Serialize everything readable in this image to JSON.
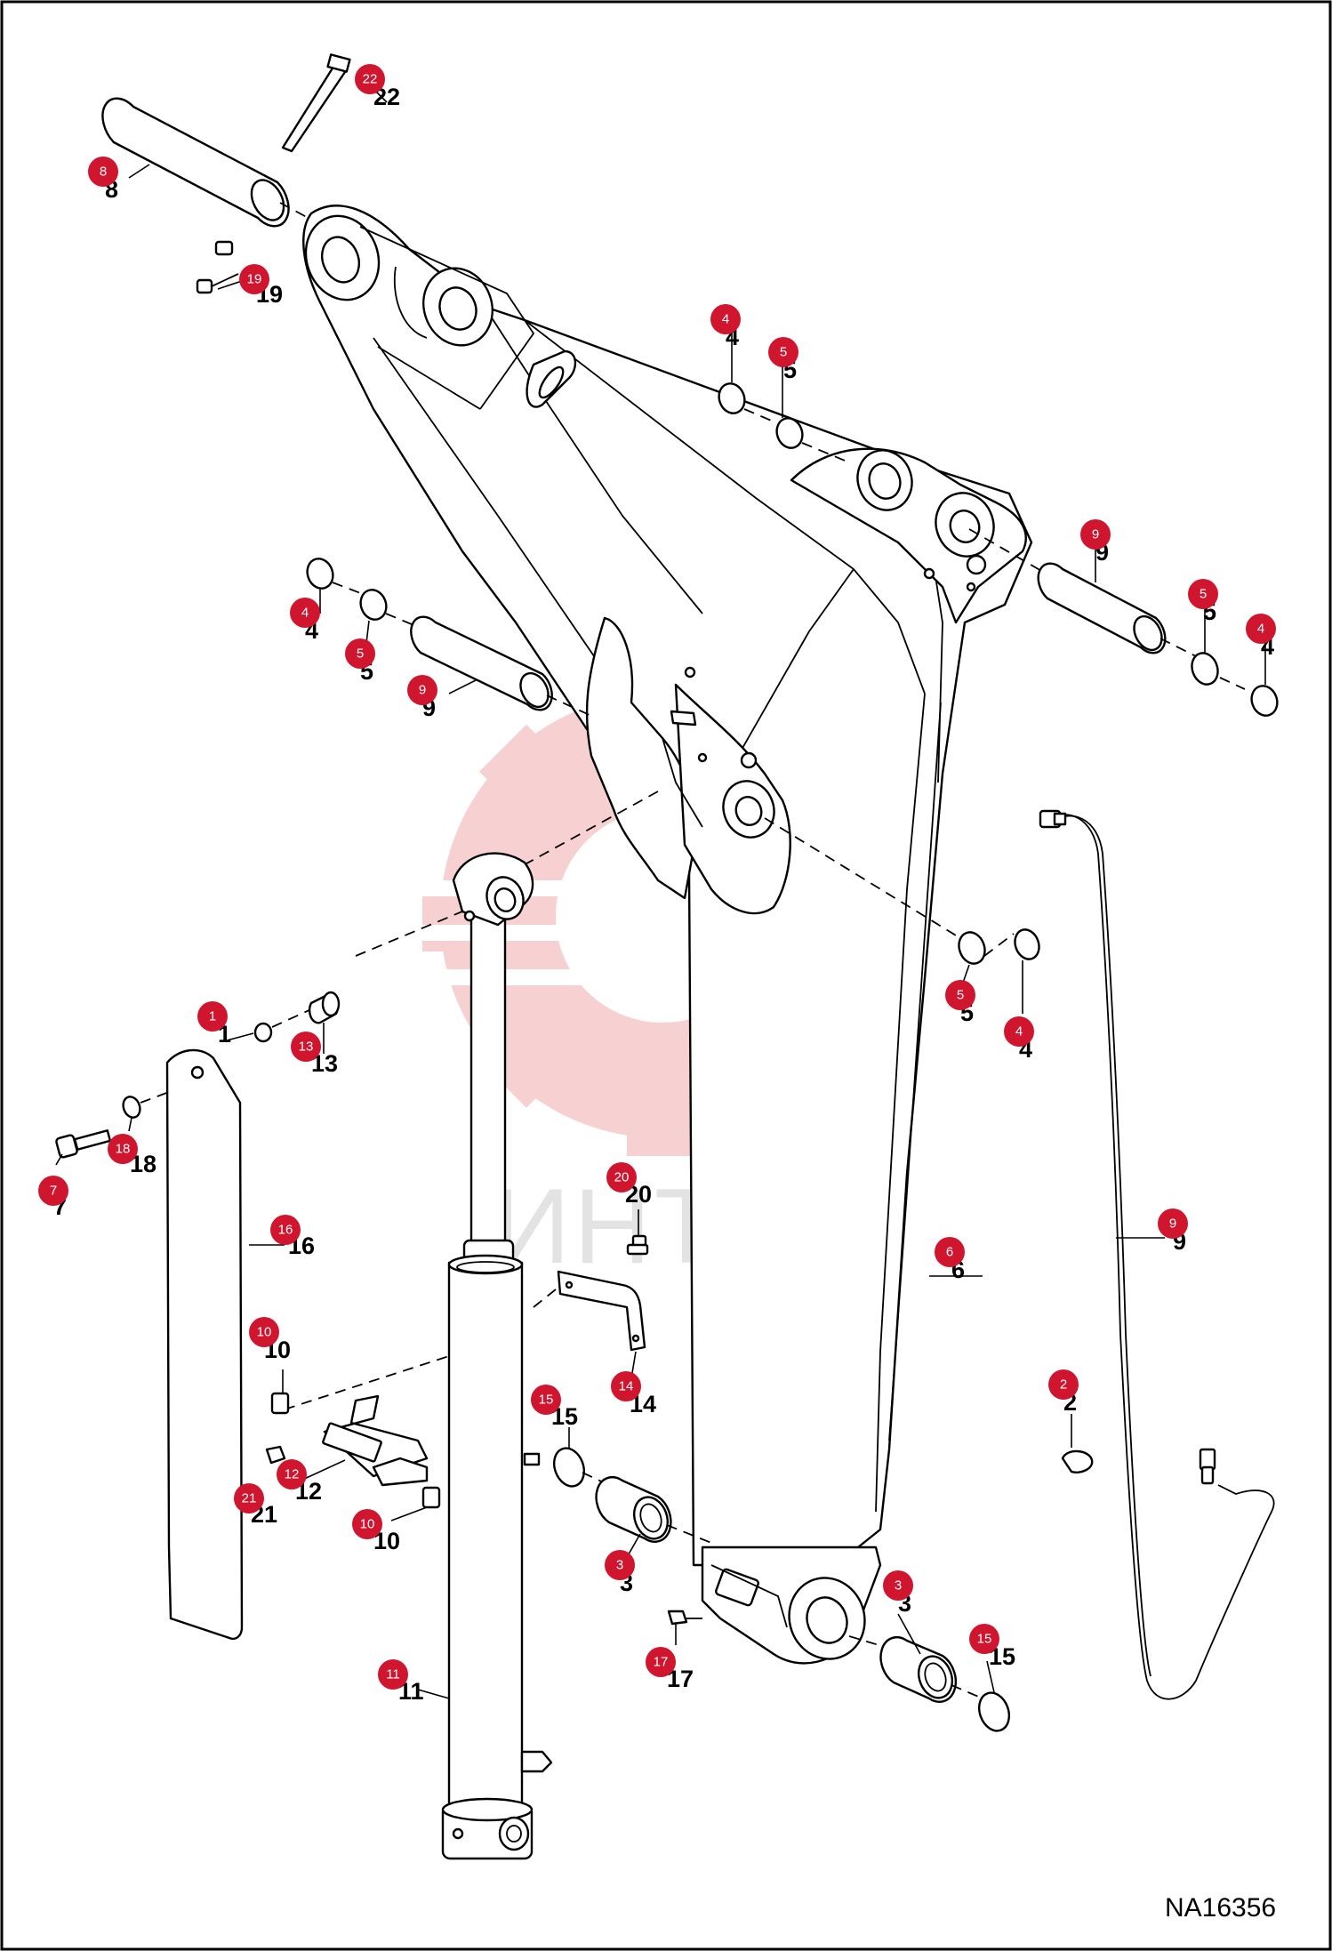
{
  "diagram_code": "NA16356",
  "watermark_text": "ИНТЕХ",
  "colors": {
    "badge": "#d0152f",
    "line": "#000000",
    "watermark_gear": "#f6c9c9",
    "watermark_text": "#e3e3e3"
  },
  "callouts": [
    {
      "id": "c22",
      "badge": "22",
      "label": "22"
    },
    {
      "id": "c8",
      "badge": "8",
      "label": "8"
    },
    {
      "id": "c19",
      "badge": "19",
      "label": "19"
    },
    {
      "id": "c4a",
      "badge": "4",
      "label": "4"
    },
    {
      "id": "c5a",
      "badge": "5",
      "label": "5"
    },
    {
      "id": "c9a",
      "badge": "9",
      "label": "9"
    },
    {
      "id": "c5b",
      "badge": "5",
      "label": "5"
    },
    {
      "id": "c4b",
      "badge": "4",
      "label": "4"
    },
    {
      "id": "c4c",
      "badge": "4",
      "label": "4"
    },
    {
      "id": "c5c",
      "badge": "5",
      "label": "5"
    },
    {
      "id": "c9b",
      "badge": "9",
      "label": "9"
    },
    {
      "id": "c1",
      "badge": "1",
      "label": "1"
    },
    {
      "id": "c13",
      "badge": "13",
      "label": "13"
    },
    {
      "id": "c5d",
      "badge": "5",
      "label": "5"
    },
    {
      "id": "c4d",
      "badge": "4",
      "label": "4"
    },
    {
      "id": "c18",
      "badge": "18",
      "label": "18"
    },
    {
      "id": "c7",
      "badge": "7",
      "label": "7"
    },
    {
      "id": "c20",
      "badge": "20",
      "label": "20"
    },
    {
      "id": "c16",
      "badge": "16",
      "label": "16"
    },
    {
      "id": "c6",
      "badge": "6",
      "label": "6"
    },
    {
      "id": "c9c",
      "badge": "9",
      "label": "9"
    },
    {
      "id": "c10a",
      "badge": "10",
      "label": "10"
    },
    {
      "id": "c14",
      "badge": "14",
      "label": "14"
    },
    {
      "id": "c15a",
      "badge": "15",
      "label": "15"
    },
    {
      "id": "c2",
      "badge": "2",
      "label": "2"
    },
    {
      "id": "c12",
      "badge": "12",
      "label": "12"
    },
    {
      "id": "c21",
      "badge": "21",
      "label": "21"
    },
    {
      "id": "c10b",
      "badge": "10",
      "label": "10"
    },
    {
      "id": "c3a",
      "badge": "3",
      "label": "3"
    },
    {
      "id": "c3b",
      "badge": "3",
      "label": "3"
    },
    {
      "id": "c15b",
      "badge": "15",
      "label": "15"
    },
    {
      "id": "c17",
      "badge": "17",
      "label": "17"
    },
    {
      "id": "c11",
      "badge": "11",
      "label": "11"
    }
  ]
}
